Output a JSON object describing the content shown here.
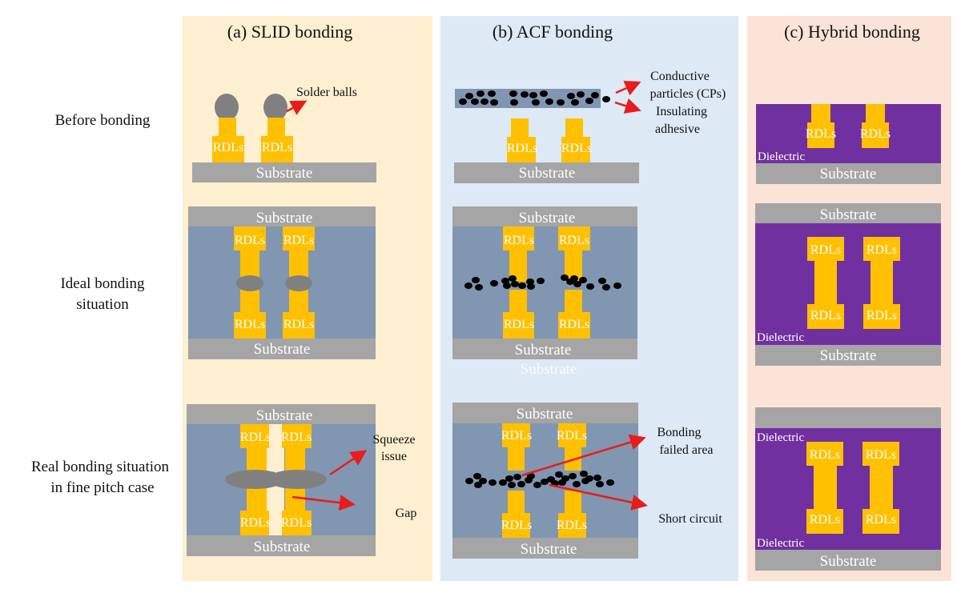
{
  "row_labels": {
    "before": "Before bonding",
    "ideal": [
      "Ideal bonding",
      "situation"
    ],
    "real": [
      "Real bonding situation",
      "in fine pitch case"
    ]
  },
  "panels": {
    "slid": {
      "title": "(a) SLID bonding"
    },
    "acf": {
      "title": "(b) ACF bonding"
    },
    "hybrid": {
      "title": "(c) Hybrid bonding"
    }
  },
  "labels": {
    "substrate": "Substrate",
    "rdls": "RDLs",
    "dielectric": "Dielectric"
  },
  "annotations": {
    "solder_balls": "Solder balls",
    "conductive_particles": [
      "Conductive",
      "particles (CPs)"
    ],
    "insulating_adhesive": [
      "Insulating",
      "adhesive"
    ],
    "squeeze_issue": [
      "Squeeze",
      "issue"
    ],
    "gap": "Gap",
    "bonding_failed_area": [
      "Bonding",
      "failed  area"
    ],
    "short_circuit": "Short circuit"
  },
  "colors": {
    "slid_bg": "#fdefcf",
    "acf_bg": "#dde9f5",
    "hybrid_bg": "#fbe4d7",
    "substrate": "#a5a5a5",
    "rdl": "#ffc000",
    "underfill": "#8196b0",
    "solder": "#808080",
    "dielectric": "#7030a0",
    "particle": "#000000",
    "arrow": "#e81c1c"
  }
}
